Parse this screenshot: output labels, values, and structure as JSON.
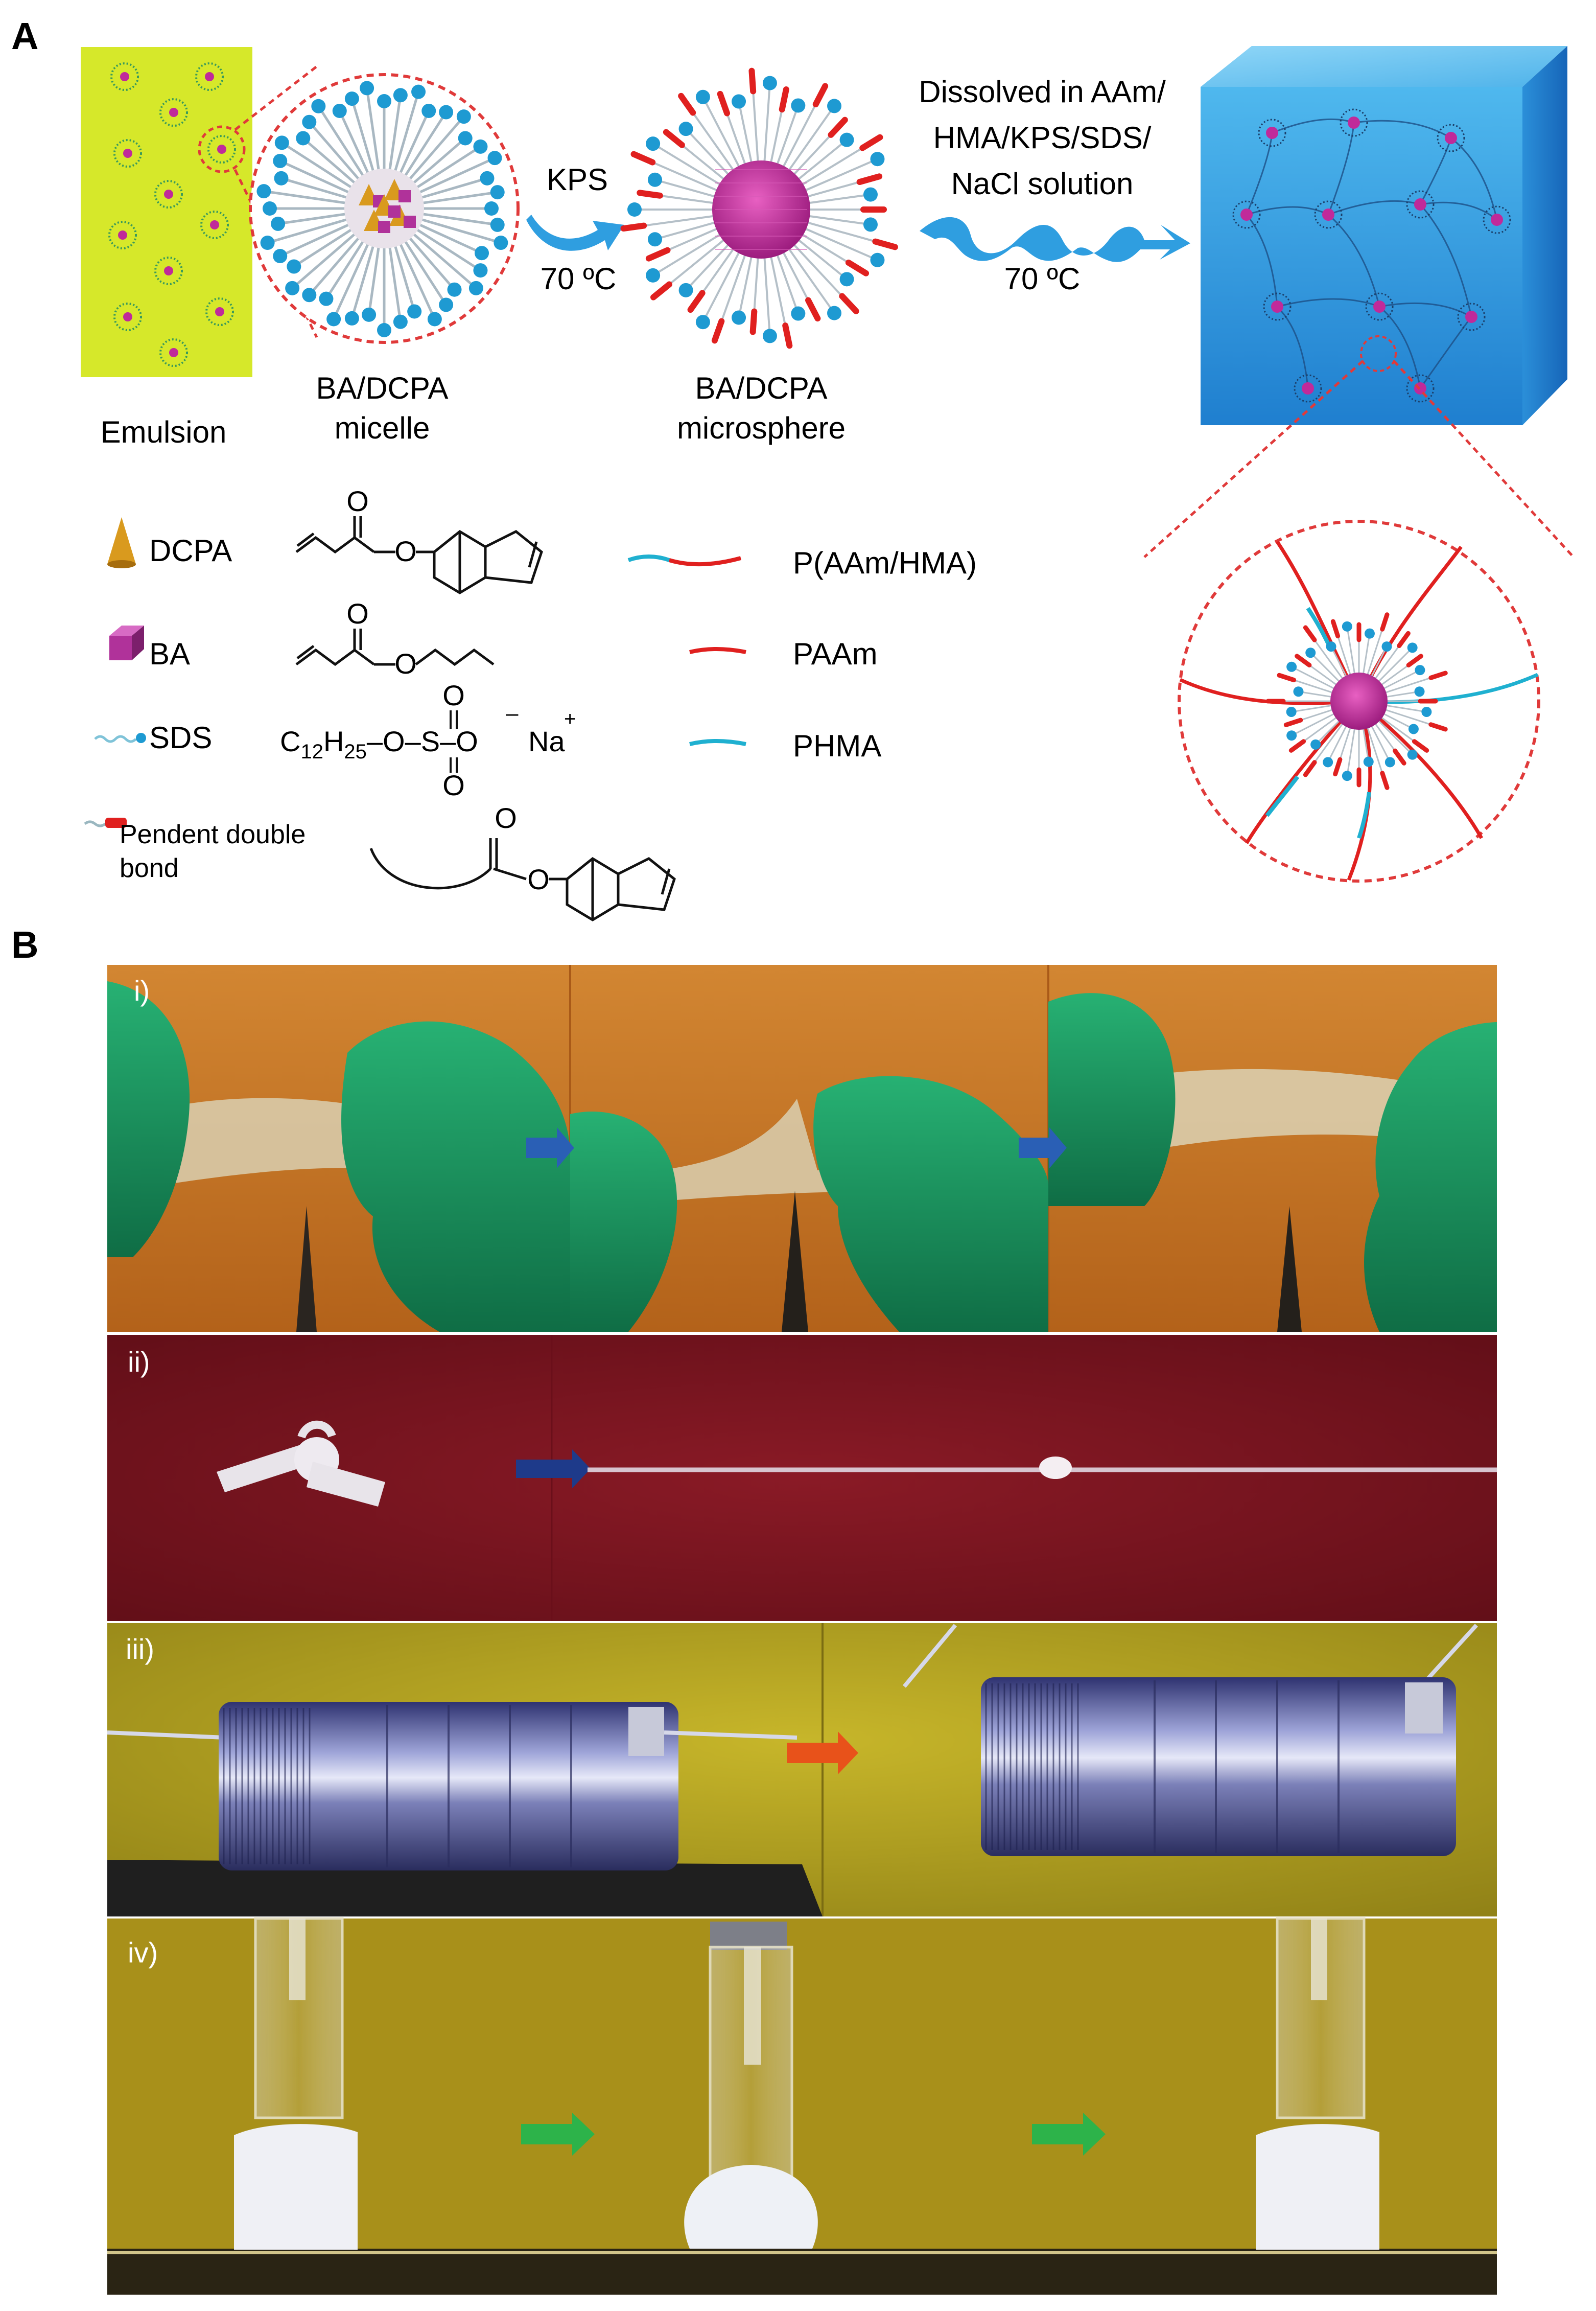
{
  "panel_a": {
    "letter": "A",
    "process": {
      "emulsion_label": "Emulsion",
      "micelle_label": [
        "BA/DCPA",
        "micelle"
      ],
      "microsphere_label": [
        "BA/DCPA",
        "microsphere"
      ],
      "step1": {
        "reagent": "KPS",
        "temperature": "70 ºC"
      },
      "step2": {
        "text": [
          "Dissolved in AAm/",
          "HMA/KPS/SDS/",
          "NaCl solution"
        ],
        "temperature": "70 ºC"
      }
    },
    "legend": {
      "dcpa": "DCPA",
      "ba": "BA",
      "sds": "SDS",
      "sds_formula": {
        "c": "C",
        "c_sub": "12",
        "h": "H",
        "h_sub": "25",
        "chain": "–O–S–O",
        "charge": "–",
        "na": "Na",
        "na_charge": "+",
        "o": "O"
      },
      "pendent": [
        "Pendent double",
        "bond"
      ],
      "carbonyl_o": "O",
      "ester_o": "O",
      "p_aam_hma": "P(AAm/HMA)",
      "paam": "PAAm",
      "phma": "PHMA"
    },
    "colors": {
      "emulsion": "#d6e82a",
      "cube": "#3aa7e6",
      "core": "#c02a9a",
      "head": "#1e9ad2",
      "red_chain": "#e0201f",
      "cyan_chain": "#1fb0d0",
      "dcpa_cone": "#d99a1e",
      "ba_cube": "#b0329a",
      "zoom_circle": "#e03a3a"
    }
  },
  "panel_b": {
    "letter": "B",
    "rows": [
      {
        "label": "i)",
        "background": "#c8761e"
      },
      {
        "label": "ii)",
        "background": "#7a1420"
      },
      {
        "label": "iii)",
        "background": "#b3a21d"
      },
      {
        "label": "iv)",
        "background": "#a8901a"
      }
    ],
    "colors": {
      "glove": "#1d9a62",
      "arrow_blue": "#2a5fb5",
      "arrow_navy": "#1e3a8a",
      "arrow_orange": "#e8521a",
      "arrow_green": "#2db34a",
      "hydrogel": "#efeff2",
      "metal": "#5a5f9a"
    }
  }
}
